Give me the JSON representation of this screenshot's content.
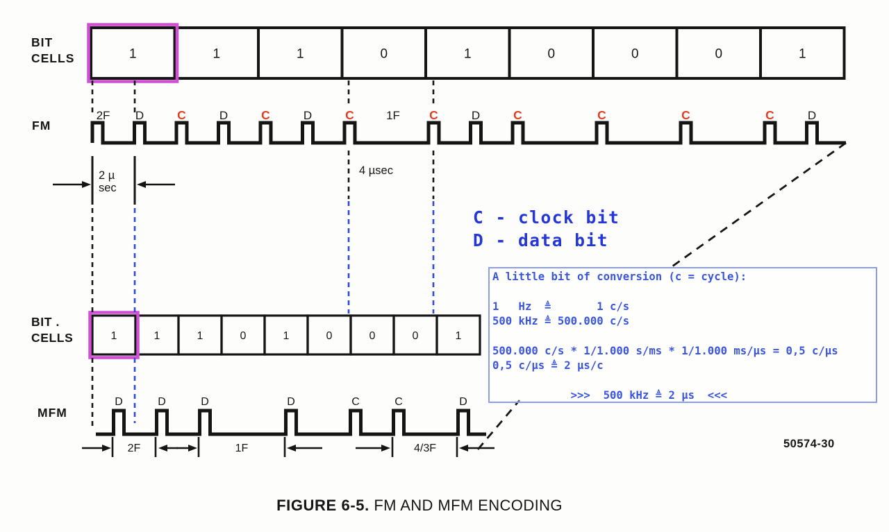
{
  "colors": {
    "ink": "#151515",
    "red": "#df3e22",
    "blue_text": "#2436d8",
    "blue_dash": "#2d47e0",
    "box_border": "#8c9cec",
    "box_text": "#3a55dd",
    "magenta": "#d14fd4",
    "paper": "#fdfdfc"
  },
  "top_section": {
    "label": "BIT\nCELLS",
    "bits": [
      "1",
      "1",
      "1",
      "0",
      "1",
      "0",
      "0",
      "0",
      "1"
    ]
  },
  "fm": {
    "side_label": "FM",
    "first_clock_label": "2F",
    "clock_label": "C",
    "data_label": "D",
    "gap_label": "1F",
    "gap_cell_index": 3
  },
  "timing": {
    "half_cell": "2 µ\nsec",
    "full_cell": "4 µsec"
  },
  "legend": {
    "lines": [
      "C - clock bit",
      "D - data bit"
    ]
  },
  "note_box": {
    "lines": [
      "A little bit of conversion (c = cycle):",
      "",
      "1   Hz  ≜       1 c/s",
      "500 kHz ≜ 500.000 c/s",
      "",
      "500.000 c/s * 1/1.000 s/ms * 1/1.000 ms/µs = 0,5 c/µs",
      "0,5 c/µs ≜ 2 µs/c",
      "",
      "            >>>  500 kHz ≜ 2 µs  <<<"
    ]
  },
  "bottom_section": {
    "label": "BIT .\nCELLS",
    "bits": [
      "1",
      "1",
      "1",
      "0",
      "1",
      "0",
      "0",
      "0",
      "1"
    ]
  },
  "mfm": {
    "side_label": "MFM",
    "clock_label": "C",
    "data_label": "D",
    "measure_labels": [
      "2F",
      "1F",
      "4/3F"
    ]
  },
  "part_number": "50574-30",
  "caption": {
    "bold": "FIGURE 6-5.",
    "rest": " FM AND MFM ENCODING"
  }
}
